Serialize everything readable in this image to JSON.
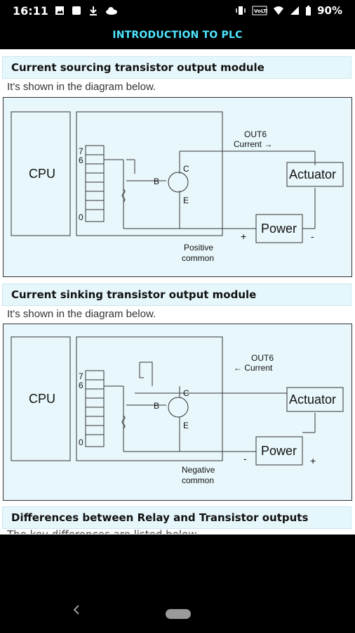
{
  "status_bar": {
    "time": "16:11",
    "battery": "90%",
    "left_icons": [
      "image-icon",
      "square-icon",
      "download-icon",
      "cloud-icon"
    ],
    "right_icons": [
      "vibrate-icon",
      "volte-icon",
      "wifi-icon",
      "signal-icon",
      "battery-icon"
    ]
  },
  "app_bar": {
    "title": "INTRODUCTION TO PLC"
  },
  "sections": [
    {
      "heading": "Current sourcing transistor output module",
      "paragraph": "It's shown in the diagram below.",
      "diagram": {
        "cpu": "CPU",
        "tick_top1": "7",
        "tick_top2": "6",
        "tick_bottom": "0",
        "out_label": "OUT6",
        "current_label": "Current →",
        "b": "B",
        "c": "C",
        "e": "E",
        "actuator": "Actuator",
        "power": "Power",
        "plus": "+",
        "minus": "-",
        "common_line1": "Positive",
        "common_line2": "common"
      }
    },
    {
      "heading": "Current sinking transistor output module",
      "paragraph": "It's shown in the diagram below.",
      "diagram": {
        "cpu": "CPU",
        "tick_top1": "7",
        "tick_top2": "6",
        "tick_bottom": "0",
        "out_label": "OUT6",
        "current_label": "← Current",
        "b": "B",
        "c": "C",
        "e": "E",
        "actuator": "Actuator",
        "power": "Power",
        "plus": "+",
        "minus": "-",
        "common_line1": "Negative",
        "common_line2": "common"
      }
    },
    {
      "heading": "Differences between Relay and Transistor outputs",
      "paragraph": "The key differences are listed below."
    }
  ]
}
